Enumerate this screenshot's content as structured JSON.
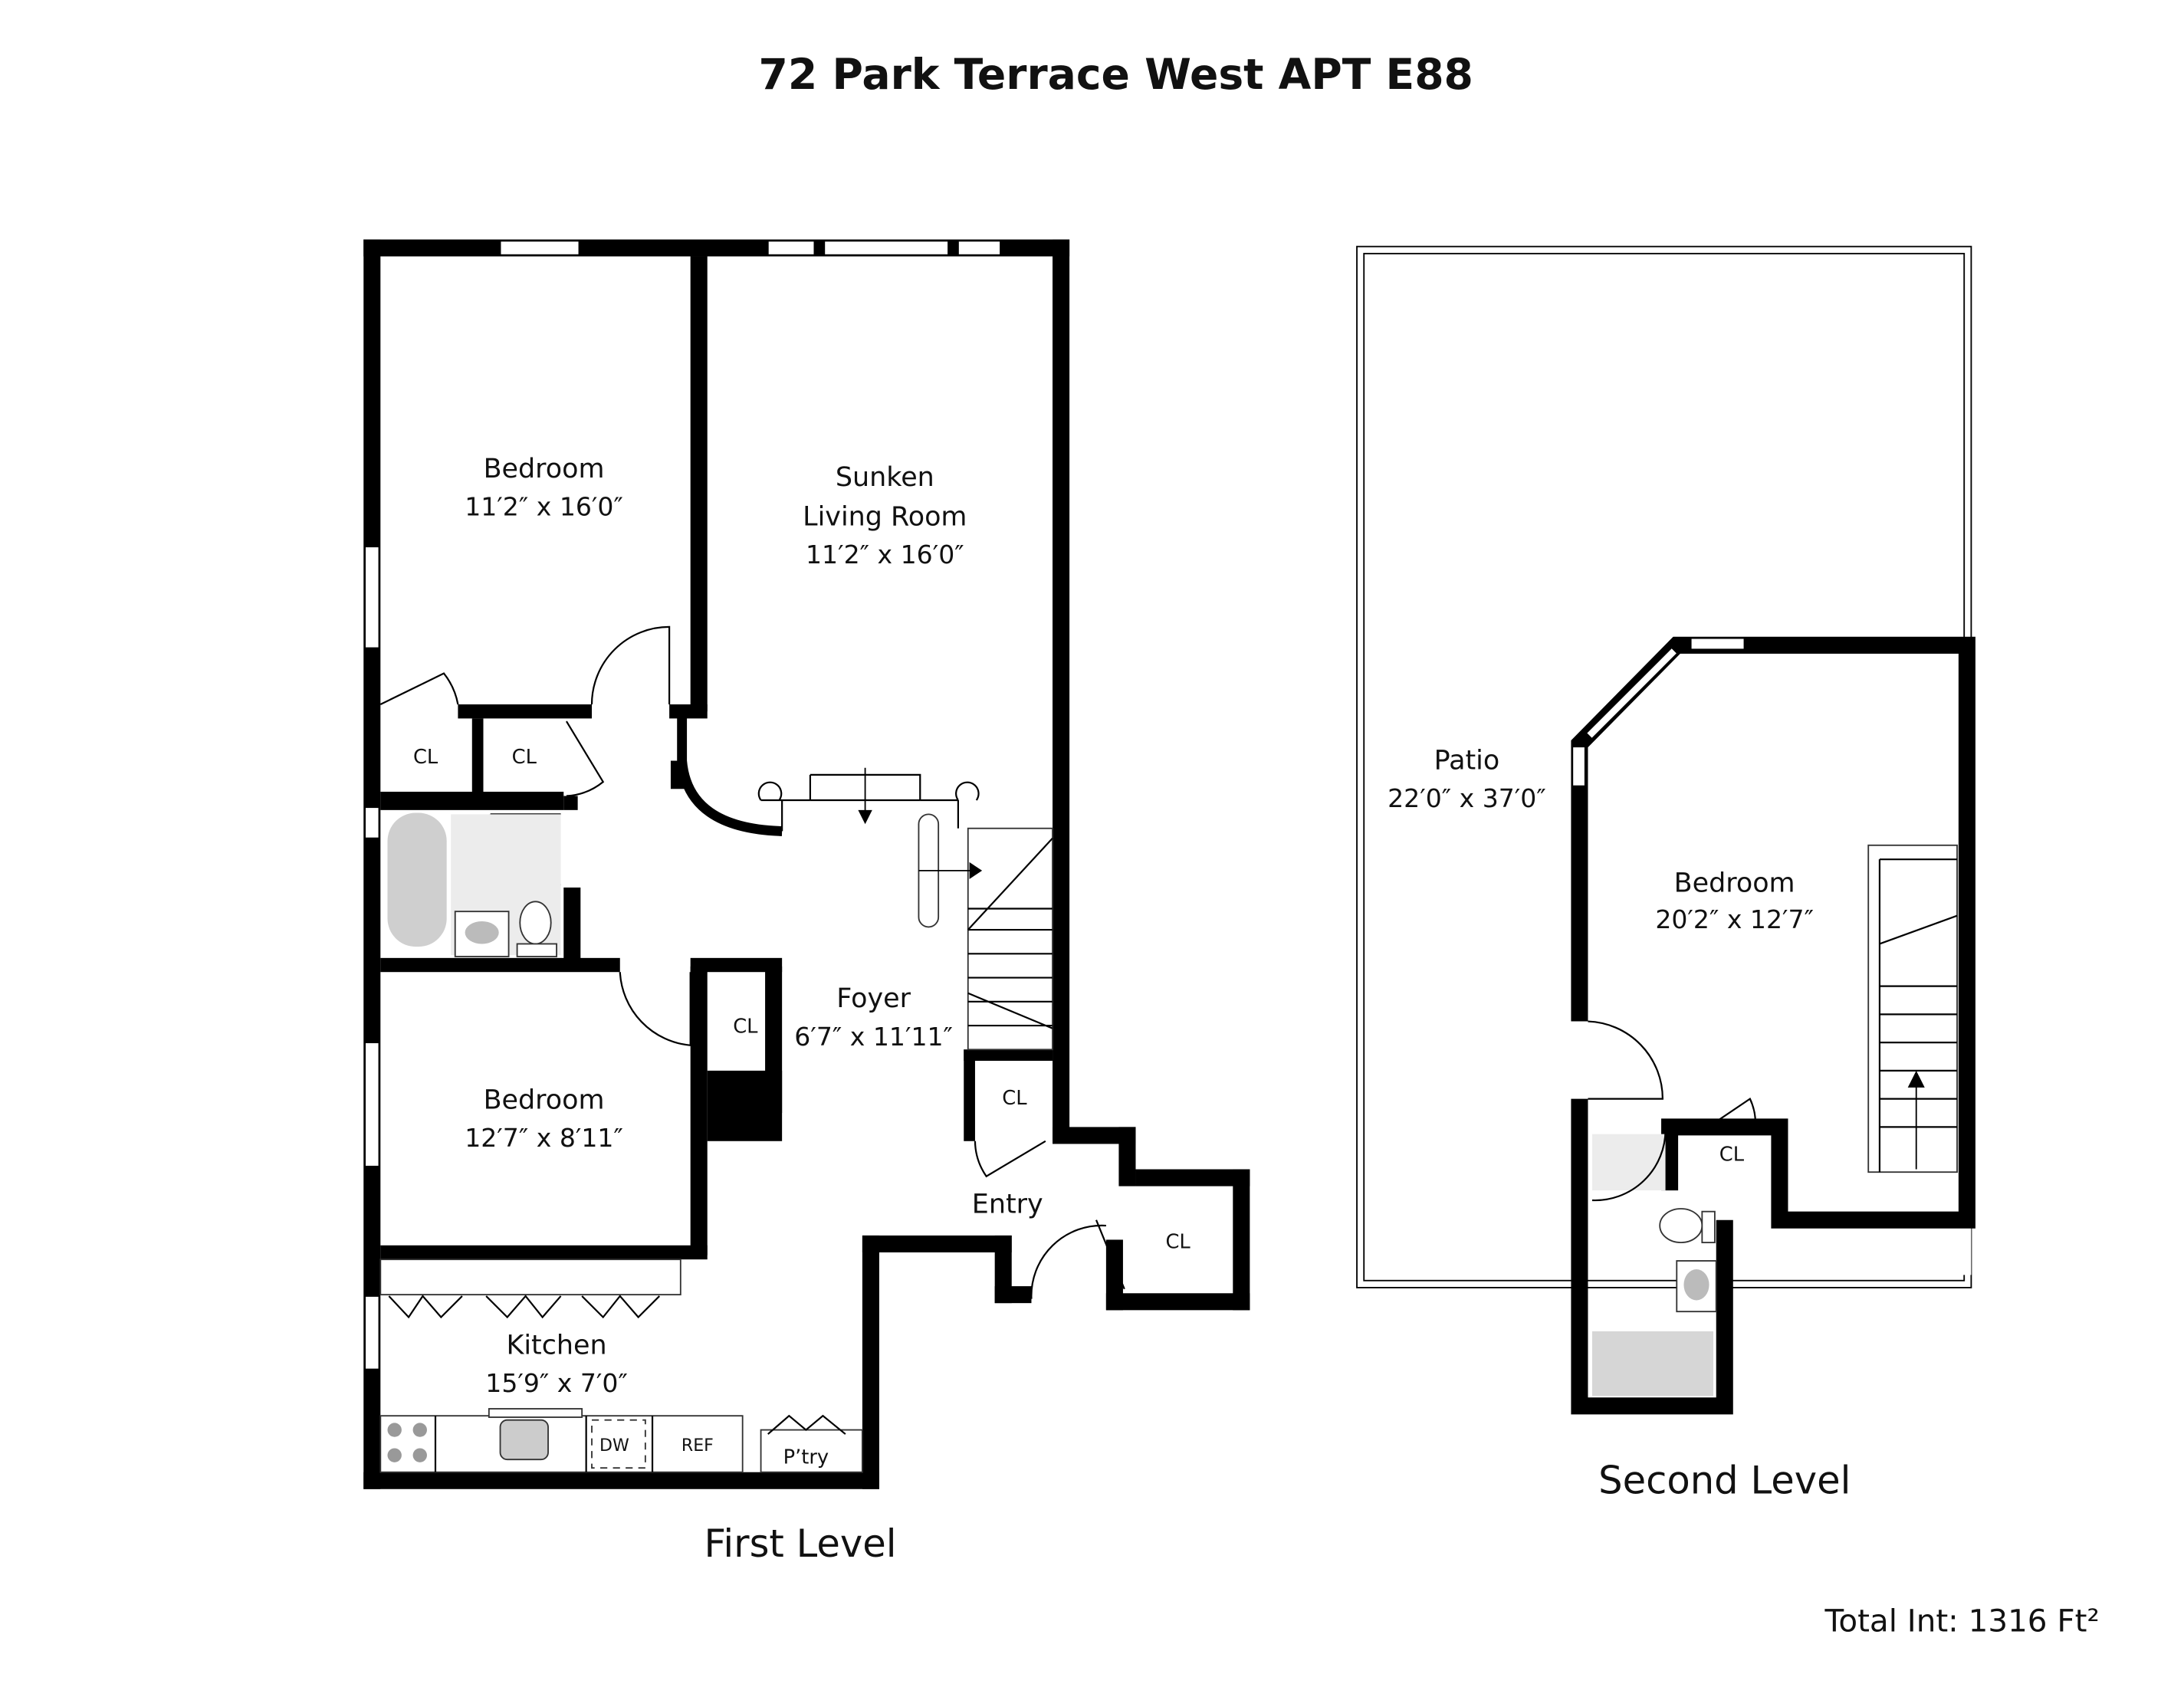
{
  "title": "72 Park Terrace West APT E88",
  "first_level": {
    "label": "First Level",
    "rooms": [
      {
        "name": "Bedroom",
        "dims": "11′2″ x 16′0″"
      },
      {
        "name": "Sunken",
        "name2": "Living Room",
        "dims": "11′2″ x 16′0″"
      },
      {
        "name": "Foyer",
        "dims": "6′7″ x 11′11″"
      },
      {
        "name": "Bedroom",
        "dims": "12′7″ x 8′11″"
      },
      {
        "name": "Kitchen",
        "dims": "15′9″ x 7′0″"
      },
      {
        "name": "Entry"
      }
    ],
    "closet": "CL",
    "dishwasher": "DW",
    "fridge": "REF",
    "pantry": "P’try"
  },
  "second_level": {
    "label": "Second Level",
    "rooms": [
      {
        "name": "Patio",
        "dims": "22′0″ x 37′0″"
      },
      {
        "name": "Bedroom",
        "dims": "20′2″ x 12′7″"
      }
    ],
    "closet": "CL"
  },
  "total": "Total Int: 1316 Ft²"
}
